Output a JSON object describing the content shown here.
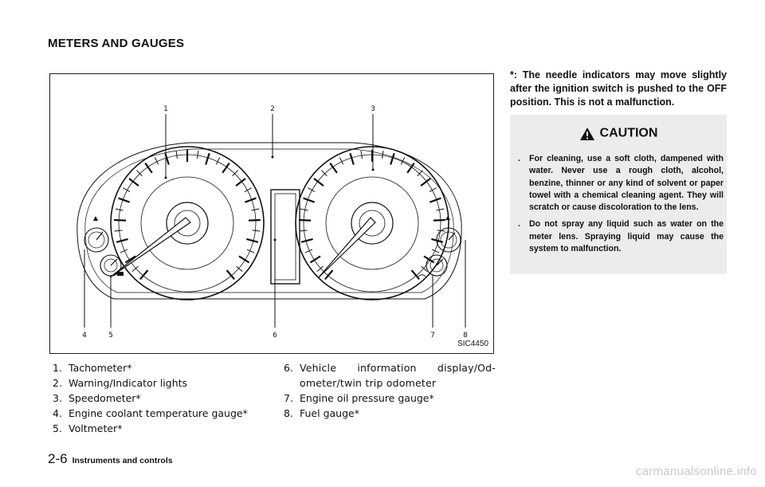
{
  "section_title": "METERS AND GAUGES",
  "figure": {
    "code": "SIC4450",
    "callouts": [
      "1",
      "2",
      "3",
      "4",
      "5",
      "6",
      "7",
      "8"
    ]
  },
  "list_left": [
    {
      "num": "1.",
      "text": "Tachometer*"
    },
    {
      "num": "2.",
      "text": "Warning/Indicator lights"
    },
    {
      "num": "3.",
      "text": "Speedometer*"
    },
    {
      "num": "4.",
      "text": "Engine coolant temperature gauge*"
    },
    {
      "num": "5.",
      "text": "Voltmeter*"
    }
  ],
  "list_right": [
    {
      "num": "6.",
      "text": "Vehicle information display/Od-ometer/twin trip odometer"
    },
    {
      "num": "7.",
      "text": "Engine oil pressure gauge*"
    },
    {
      "num": "8.",
      "text": "Fuel gauge*"
    }
  ],
  "note": "*: The needle indicators may move slightly after the ignition switch is pushed to the OFF position. This is not a malfunction.",
  "caution": {
    "title": "CAUTION",
    "icon": "warning-triangle-icon",
    "items": [
      "For cleaning, use a soft cloth, dampened with water. Never use a rough cloth, alcohol, benzine, thinner or any kind of solvent or paper towel with a chemical cleaning agent. They will scratch or cause discoloration to the lens.",
      "Do not spray any liquid such as water on the meter lens. Spraying liquid may cause the system to malfunction."
    ],
    "bullet": "."
  },
  "footer": {
    "page_number": "2-6",
    "title": "Instruments and controls"
  },
  "watermark": "carmanualsonline.info"
}
